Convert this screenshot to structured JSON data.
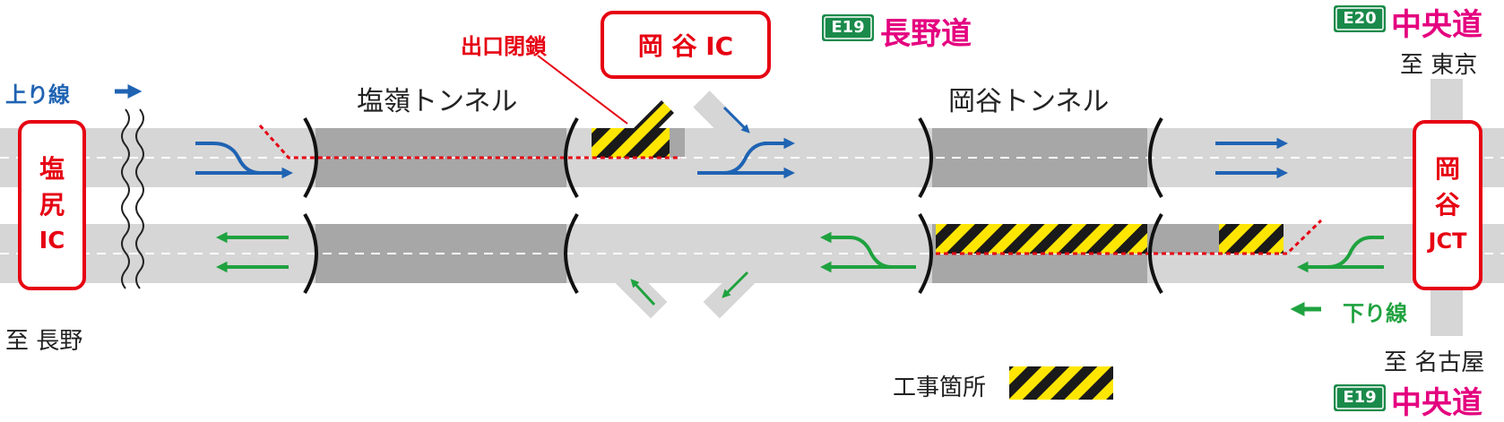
{
  "tunnels": {
    "shiomine": "塩嶺トンネル",
    "okaya": "岡谷トンネル"
  },
  "interchanges": {
    "shiojiri": [
      "塩",
      "尻",
      "IC"
    ],
    "okaya_ic": "岡 谷 IC",
    "okaya_jct": [
      "岡",
      "谷",
      "JCT"
    ]
  },
  "directions": {
    "up_line": "上り線",
    "down_line": "下り線",
    "to_nagano": "至 長野",
    "to_tokyo": "至 東京",
    "to_nagoya": "至 名古屋"
  },
  "notices": {
    "exit_closed": "出口閉鎖",
    "work_area": "工事箇所"
  },
  "routes": {
    "nagano_road": {
      "badge": "E19",
      "name": "長野道"
    },
    "chuo_tokyo": {
      "badge": "E20",
      "name": "中央道"
    },
    "chuo_nagoya": {
      "badge": "E19",
      "name": "中央道"
    }
  },
  "colors": {
    "road": "#d6d6d6",
    "tunnel": "#a7a7a7",
    "up_arrow": "#1f63b3",
    "down_arrow": "#1fa23f",
    "closure_line": "#e60012",
    "ic_border": "#e60012",
    "route_name": "#e4007f",
    "badge_bg": "#1a8a4a",
    "hatch_yellow": "#ffe600",
    "hatch_black": "#1a1a1a"
  }
}
